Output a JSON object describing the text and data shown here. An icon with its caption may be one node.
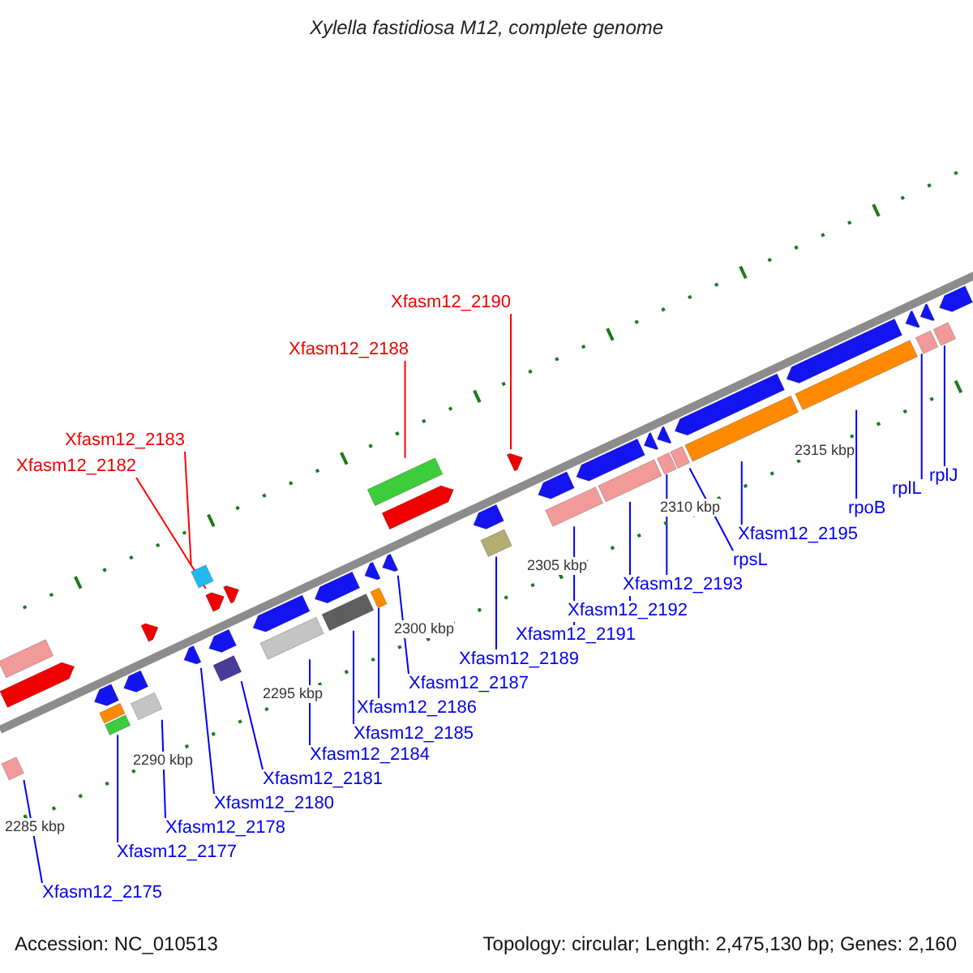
{
  "diagram": {
    "title": "Xylella fastidiosa M12, complete genome",
    "nodes": [
      {
        "text": [
          "Xfasm12_2190"
        ]
      },
      {
        "text": [
          "Xfasm12_2188"
        ]
      },
      {
        "text": [
          "Xfasm12_2183"
        ]
      },
      {
        "text": [
          "Xfasm12_2182"
        ]
      },
      {
        "text": [
          "rplJ"
        ]
      },
      {
        "text": [
          "rplL"
        ]
      },
      {
        "text": [
          "rpoB"
        ]
      },
      {
        "text": [
          "Xfasm12_2195"
        ]
      },
      {
        "text": [
          "rpsL"
        ]
      },
      {
        "text": [
          "Xfasm12_2193"
        ]
      },
      {
        "text": [
          "Xfasm12_2192"
        ]
      },
      {
        "text": [
          "Xfasm12_2191"
        ]
      },
      {
        "text": [
          "Xfasm12_2189"
        ]
      },
      {
        "text": [
          "Xfasm12_2187"
        ]
      },
      {
        "text": [
          "Xfasm12_2186"
        ]
      },
      {
        "text": [
          "Xfasm12_2185"
        ]
      },
      {
        "text": [
          "Xfasm12_2184"
        ]
      },
      {
        "text": [
          "Xfasm12_2181"
        ]
      },
      {
        "text": [
          "Xfasm12_2180"
        ]
      },
      {
        "text": [
          "Xfasm12_2178"
        ]
      },
      {
        "text": [
          "Xfasm12_2177"
        ]
      },
      {
        "text": [
          "Xfasm12_2175"
        ]
      },
      {
        "text": [],
        "shape": "arrow"
      },
      {
        "text": [],
        "shape": "box"
      },
      {
        "text": [],
        "shape": "box"
      },
      {
        "text": [],
        "shape": "arrow"
      },
      {
        "text": [],
        "shape": "box"
      },
      {
        "text": [],
        "shape": "box"
      },
      {
        "text": [],
        "shape": "box"
      },
      {
        "text": [],
        "shape": "box"
      },
      {
        "text": [],
        "shape": "box"
      },
      {
        "text": [],
        "shape": "box"
      },
      {
        "text": [],
        "shape": "box"
      },
      {
        "text": [],
        "shape": "box"
      },
      {
        "text": [],
        "shape": "box"
      },
      {
        "text": [],
        "shape": "arrow"
      },
      {
        "text": [],
        "shape": "box"
      },
      {
        "text": [],
        "shape": "box"
      },
      {
        "text": [],
        "shape": "box"
      },
      {
        "text": [],
        "shape": "arrow"
      },
      {
        "text": [],
        "shape": "box"
      },
      {
        "text": [],
        "shape": "box"
      },
      {
        "text": [],
        "shape": "box"
      },
      {
        "text": [],
        "shape": "box"
      },
      {
        "text": [],
        "shape": "box"
      },
      {
        "text": [],
        "shape": "arrow"
      },
      {
        "text": [],
        "shape": "arrow"
      },
      {
        "text": [],
        "shape": "arrow"
      },
      {
        "text": [],
        "shape": "arrow"
      },
      {
        "text": [],
        "shape": "box"
      },
      {
        "text": [],
        "shape": "arrow"
      },
      {
        "text": [],
        "shape": "arrow"
      },
      {
        "text": [],
        "shape": "arrow"
      },
      {
        "text": [],
        "shape": "arrow"
      },
      {
        "text": [],
        "shape": "arrow"
      },
      {
        "text": [],
        "shape": "arrow"
      },
      {
        "text": [],
        "shape": "arrow"
      },
      {
        "text": [],
        "shape": "arrow"
      },
      {
        "text": [],
        "shape": "arrow"
      },
      {
        "text": [],
        "shape": "arrow"
      },
      {
        "text": [],
        "shape": "arrow"
      },
      {
        "text": [],
        "shape": "arrow"
      },
      {
        "text": [],
        "shape": "arrow"
      },
      {
        "text": [],
        "shape": "arrow"
      },
      {
        "text": [],
        "shape": "arrow"
      },
      {
        "text": [],
        "shape": "arrow"
      }
    ],
    "edges": [
      {
        "from": 0,
        "to": 22,
        "arrow": "none",
        "color": "#ff0000"
      },
      {
        "from": 1,
        "to": 23,
        "arrow": "none",
        "color": "#ff0000"
      },
      {
        "from": 2,
        "to": 24,
        "arrow": "none",
        "color": "#ff0000"
      },
      {
        "from": 3,
        "to": 25,
        "arrow": "none",
        "color": "#ff0000"
      },
      {
        "from": 4,
        "to": 26,
        "arrow": "none"
      },
      {
        "from": 5,
        "to": 27,
        "arrow": "none"
      },
      {
        "from": 6,
        "to": 28,
        "arrow": "none"
      },
      {
        "from": 7,
        "to": 29,
        "arrow": "none"
      },
      {
        "from": 8,
        "to": 30,
        "arrow": "none"
      },
      {
        "from": 9,
        "to": 31,
        "arrow": "none"
      },
      {
        "from": 10,
        "to": 32,
        "arrow": "none"
      },
      {
        "from": 11,
        "to": 33,
        "arrow": "none"
      },
      {
        "from": 12,
        "to": 34,
        "arrow": "none"
      },
      {
        "from": 13,
        "to": 35,
        "arrow": "none"
      },
      {
        "from": 14,
        "to": 36,
        "arrow": "none"
      },
      {
        "from": 15,
        "to": 37,
        "arrow": "none"
      },
      {
        "from": 16,
        "to": 38,
        "arrow": "none"
      },
      {
        "from": 17,
        "to": 40,
        "arrow": "none"
      },
      {
        "from": 18,
        "to": 39,
        "arrow": "none"
      },
      {
        "from": 19,
        "to": 41,
        "arrow": "none"
      },
      {
        "from": 20,
        "to": 42,
        "arrow": "none"
      },
      {
        "from": 21,
        "to": 43,
        "arrow": "none"
      }
    ],
    "labels": [
      "2285 kbp",
      "2290 kbp",
      "2295 kbp",
      "2300 kbp",
      "2305 kbp",
      "2310 kbp",
      "2315 kbp",
      "Accession: NC_010513",
      "Topology: circular; Length: 2,475,130 bp; Genes: 2,160"
    ]
  }
}
